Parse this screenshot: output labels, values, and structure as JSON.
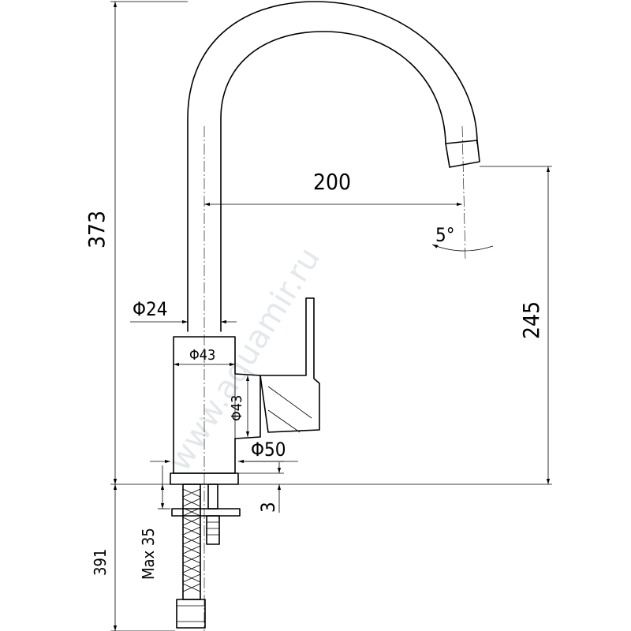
{
  "drawing": {
    "title": "Kitchen mixer faucet dimension drawing",
    "watermark": "www.aquamir.ru",
    "units": "mm"
  },
  "dimensions": {
    "total_height": "373",
    "reach": "200",
    "spout_height": "245",
    "spout_angle": "5°",
    "spout_diameter": "Φ24",
    "body_diameter_top": "Φ43",
    "body_diameter_side": "Φ43",
    "base_diameter": "Φ50",
    "base_thickness": "3",
    "max_counter_thickness": "Max 35",
    "hose_length": "391"
  }
}
